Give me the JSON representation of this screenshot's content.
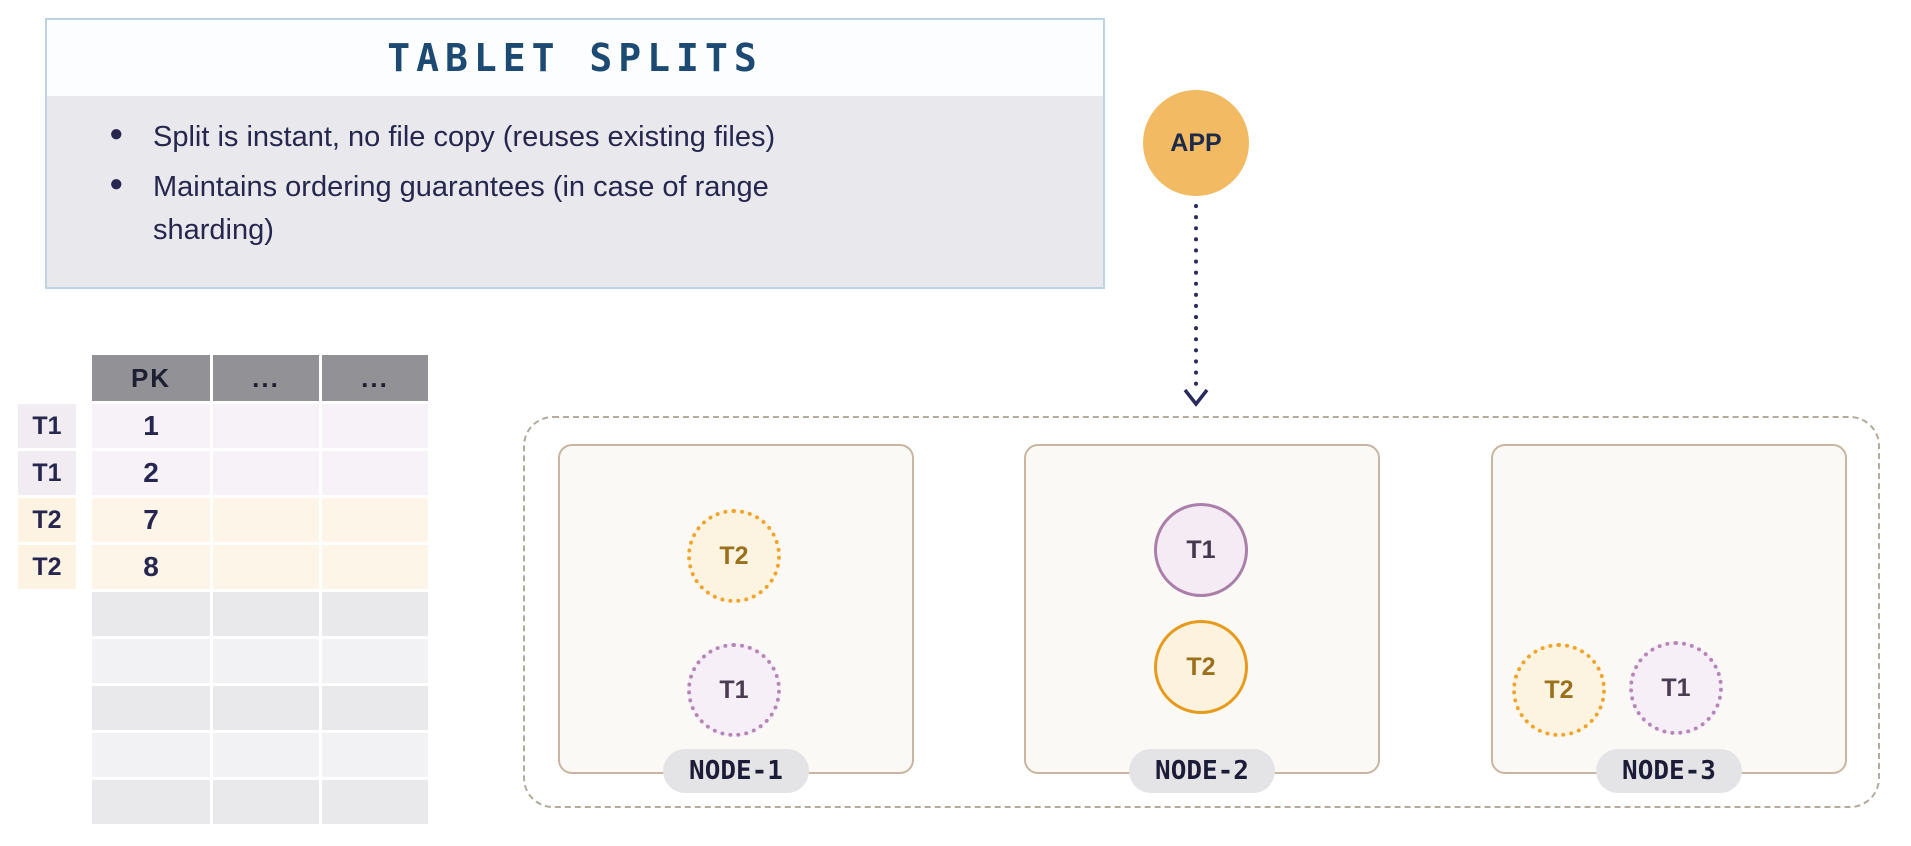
{
  "colors": {
    "info_border": "#bcd4e6",
    "info_body_bg": "#e9e9ed",
    "title_blue": "#1d4a72",
    "navy_text": "#26264e",
    "app_fill": "#f2bb63",
    "table_header_gray": "#919196",
    "t1_purple": "#aa7fa9",
    "t2_orange": "#e79b1c",
    "node_border": "#c9b5a0",
    "cluster_dash_border": "#b5aa9b"
  },
  "info_box": {
    "title": "TABLET SPLITS",
    "bullets": [
      "Split is instant, no file copy (reuses existing files)",
      "Maintains ordering guarantees (in case of range sharding)"
    ]
  },
  "app": {
    "label": "APP"
  },
  "table": {
    "headers": [
      "PK",
      "...",
      "..."
    ],
    "rows": [
      {
        "tag": "T1",
        "pk": "1",
        "type": "t1"
      },
      {
        "tag": "T1",
        "pk": "2",
        "type": "t1"
      },
      {
        "tag": "T2",
        "pk": "7",
        "type": "t2"
      },
      {
        "tag": "T2",
        "pk": "8",
        "type": "t2"
      },
      {
        "tag": "",
        "pk": "",
        "type": "empty"
      },
      {
        "tag": "",
        "pk": "",
        "type": "empty"
      },
      {
        "tag": "",
        "pk": "",
        "type": "empty"
      },
      {
        "tag": "",
        "pk": "",
        "type": "empty"
      },
      {
        "tag": "",
        "pk": "",
        "type": "empty"
      }
    ]
  },
  "cluster": {
    "nodes": [
      {
        "label": "NODE-1",
        "tablets": [
          {
            "label": "T2",
            "style": "dotted-orange"
          },
          {
            "label": "T1",
            "style": "dotted-purple"
          }
        ]
      },
      {
        "label": "NODE-2",
        "tablets": [
          {
            "label": "T1",
            "style": "solid-purple"
          },
          {
            "label": "T2",
            "style": "solid-orange"
          }
        ]
      },
      {
        "label": "NODE-3",
        "tablets": [
          {
            "label": "T2",
            "style": "dotted-orange"
          },
          {
            "label": "T1",
            "style": "dotted-purple"
          }
        ]
      }
    ]
  }
}
